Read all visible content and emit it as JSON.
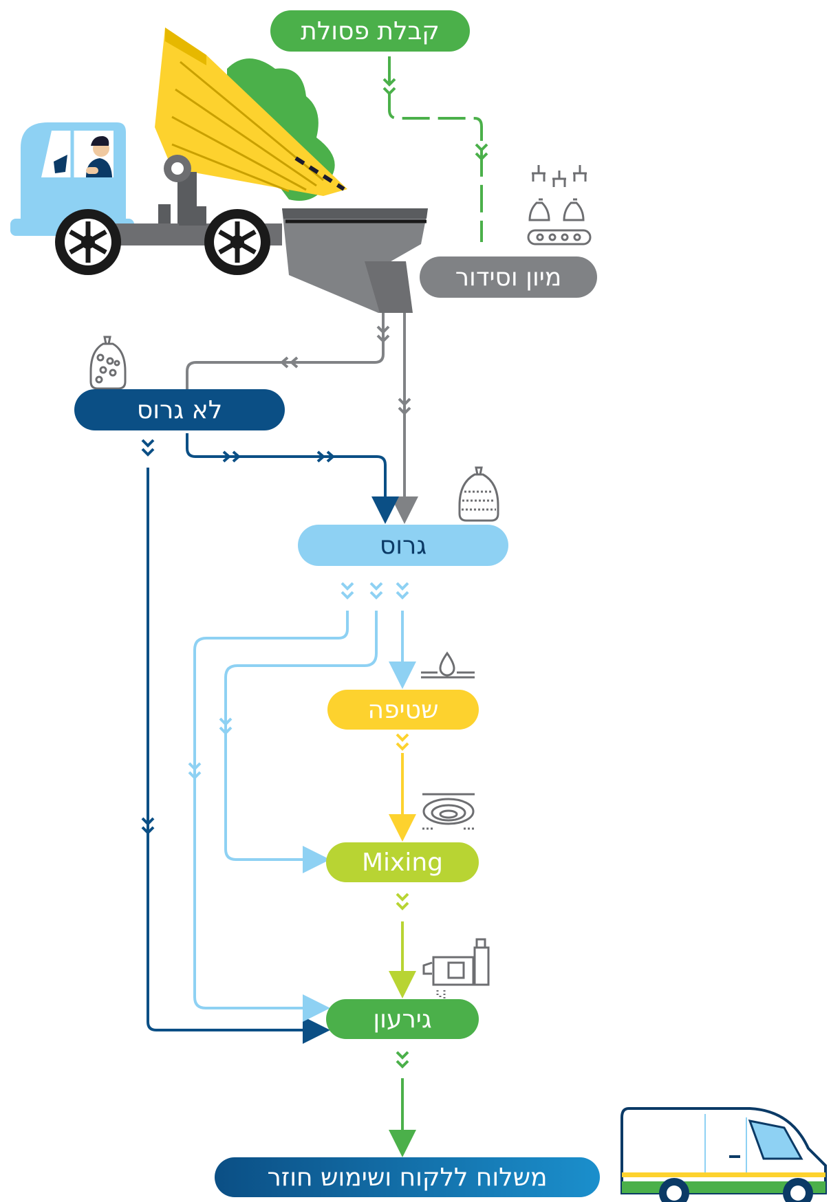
{
  "nodes": {
    "receive": "קבלת פסולת",
    "sort": "מיון וסידור",
    "not_crushed": "לא גרוס",
    "crushed": "גרוס",
    "wash": "שטיפה",
    "mixing": "Mixing",
    "granulation": "גירעון",
    "shipping": "משלוח ללקוח ושימוש חוזר"
  },
  "icons": [
    "dump-truck-icon",
    "hopper-icon",
    "sorting-conveyor-icon",
    "bag-uncrushed-icon",
    "bag-crushed-icon",
    "water-drop-icon",
    "mixing-pool-icon",
    "granulator-machine-icon",
    "delivery-van-icon"
  ],
  "colors": {
    "green": "#4bb04a",
    "gray": "#808285",
    "navy": "#0b4f85",
    "light_blue": "#8ed1f3",
    "yellow": "#fdd22e",
    "lime": "#b8d433"
  }
}
